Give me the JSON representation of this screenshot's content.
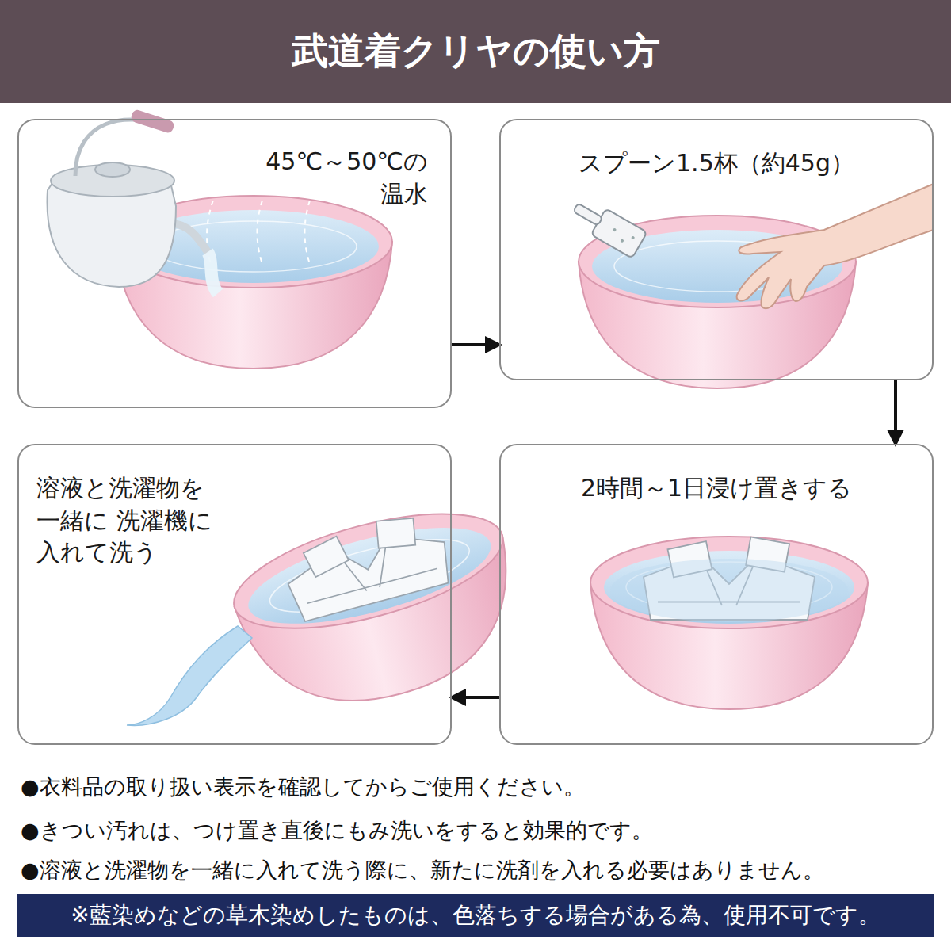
{
  "diagram": {
    "title": "武道着クリヤの使い方",
    "nodes": [
      {
        "text": [
          "45℃～50℃の 温水"
        ]
      },
      {
        "text": [
          "スプーン1.5杯（約45g）"
        ]
      },
      {
        "text": [
          "2時間～1日浸け置きする"
        ]
      },
      {
        "text": [
          "溶液と洗濯物を 一緒に 洗濯機に 入れて洗う"
        ]
      },
      {
        "text": [
          "※藍染めなどの草木染めしたものは、色落ちする場合がある為、使用不可です。"
        ]
      }
    ],
    "edges": [
      {
        "from": 0,
        "to": 1,
        "arrow": "to"
      },
      {
        "from": 1,
        "to": 2,
        "arrow": "to"
      },
      {
        "from": 2,
        "to": 3,
        "arrow": "to"
      }
    ],
    "labels": [
      "●衣料品の取り扱い表示を確認してからご使用ください。",
      "●きつい汚れは、つけ置き直後にもみ洗いをすると効果的です。",
      "●溶液と洗濯物を一緒に入れて洗う際に、新たに洗剤を入れる必要はありません。"
    ]
  }
}
